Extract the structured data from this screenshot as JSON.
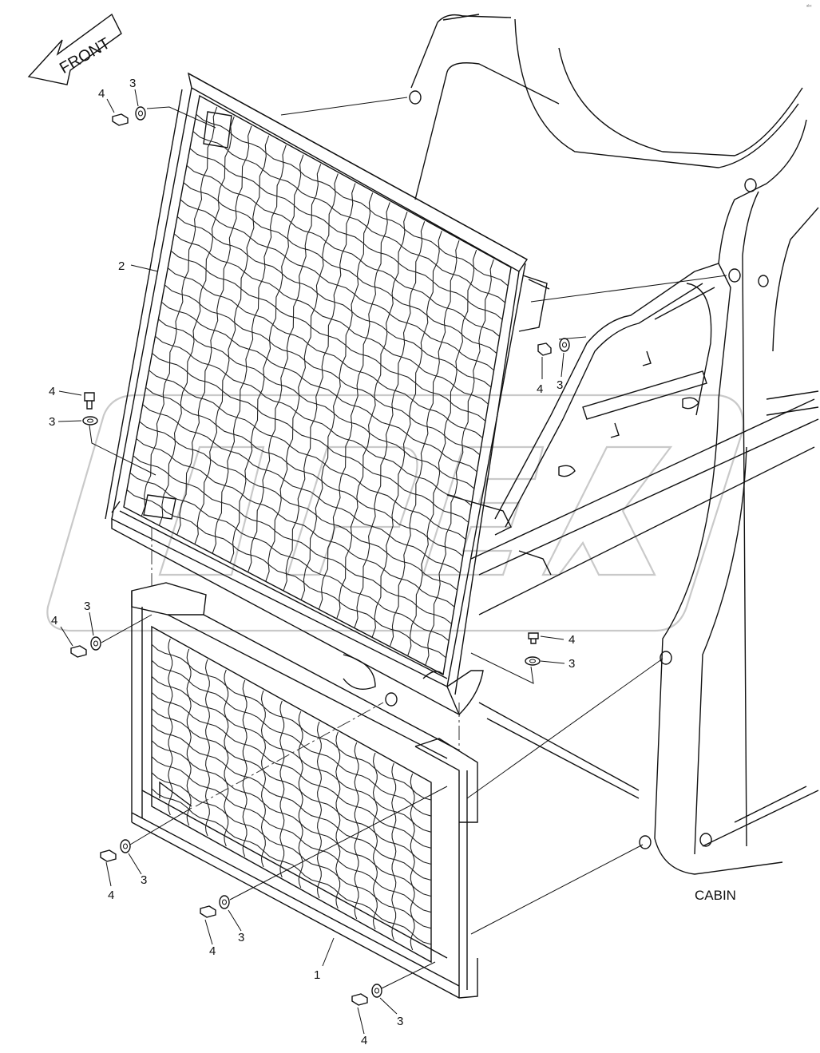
{
  "drawing": {
    "front_label": "FRONT",
    "cabin_label": "CABIN",
    "corner_mark": "ᵃᵇᶜ",
    "callouts": {
      "c1": "1",
      "c2": "2",
      "c3": "3",
      "c4": "4"
    }
  }
}
